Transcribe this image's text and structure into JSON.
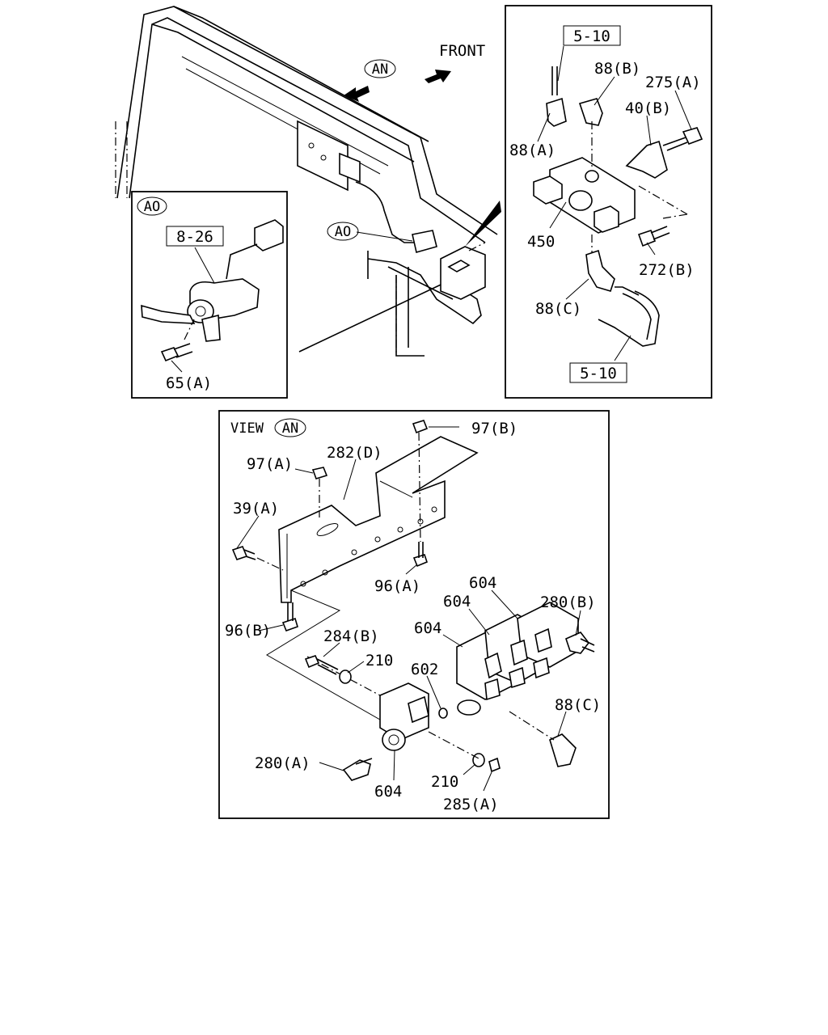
{
  "direction": {
    "front_label": "FRONT"
  },
  "main_view": {
    "callouts": {
      "an": "AN",
      "ao": "AO"
    }
  },
  "inset_ao": {
    "title_tag": "AO",
    "ref": "8-26",
    "labels": [
      "65(A)"
    ]
  },
  "inset_right": {
    "ref_top": "5-10",
    "ref_bottom": "5-10",
    "labels": [
      "88(B)",
      "275(A)",
      "40(B)",
      "88(A)",
      "450",
      "272(B)",
      "88(C)"
    ]
  },
  "view_an": {
    "title_prefix": "VIEW",
    "title_tag": "AN",
    "labels": [
      "97(B)",
      "282(D)",
      "97(A)",
      "39(A)",
      "96(A)",
      "96(B)",
      "604",
      "604",
      "604",
      "280(B)",
      "284(B)",
      "210",
      "602",
      "88(C)",
      "280(A)",
      "604",
      "210",
      "285(A)"
    ]
  }
}
